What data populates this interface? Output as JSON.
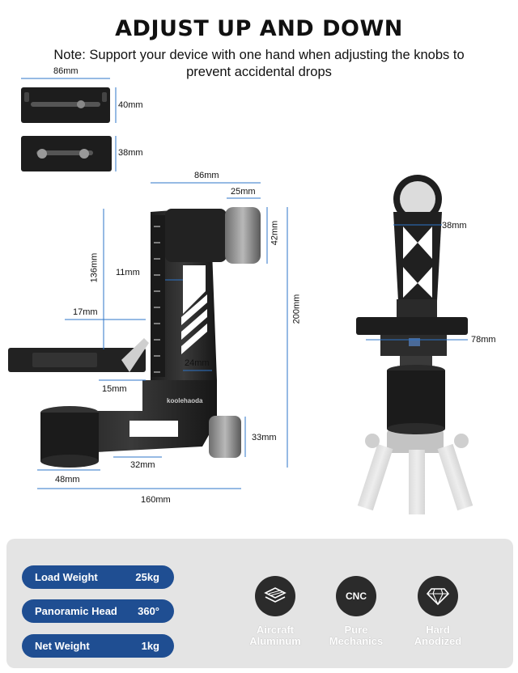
{
  "title": "ADJUST UP AND DOWN",
  "note": "Note: Support your device with one hand when adjusting the knobs to prevent accidental drops",
  "dimensions": {
    "plate_width": "86mm",
    "plate1_height": "40mm",
    "plate2_height": "38mm",
    "head_top_width": "86mm",
    "knob_width": "25mm",
    "knob_height": "42mm",
    "arm_height": "136mm",
    "slot_width": "11mm",
    "clamp_offset": "17mm",
    "total_height": "200mm",
    "inner_width": "24mm",
    "clamp_gap": "15mm",
    "lower_knob": "33mm",
    "base_offset": "32mm",
    "base_width": "48mm",
    "total_width": "160mm",
    "side_width": "38mm",
    "side_clamp": "78mm"
  },
  "brand": "koolehaoda",
  "specs": [
    {
      "label": "Load Weight",
      "value": "25kg"
    },
    {
      "label": "Panoramic Head",
      "value": "360°"
    },
    {
      "label": "Net Weight",
      "value": "1kg"
    }
  ],
  "features": [
    {
      "icon": "layers-icon",
      "line1": "Aircraft",
      "line2": "Aluminum"
    },
    {
      "icon": "cnc-icon",
      "badge": "CNC",
      "line1": "Pure",
      "line2": "Mechanics"
    },
    {
      "icon": "diamond-icon",
      "line1": "Hard",
      "line2": "Anodized"
    }
  ]
}
